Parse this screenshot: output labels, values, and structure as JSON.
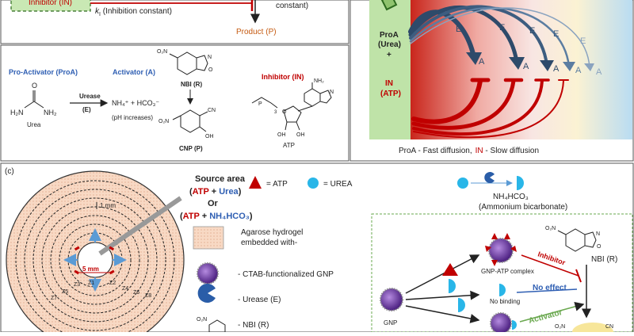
{
  "top_left": {
    "inhibitor_label": "Inhibitor (IN)",
    "k_label": "k",
    "k_sub": "I",
    "k_desc": " (Inhibition constant)",
    "constant_text": "constant)",
    "product_label": "Product (P)"
  },
  "mid_left": {
    "proa_label": "Pro-Activator (ProA)",
    "activator_label": "Activator (A)",
    "inhibitor_label": "Inhibitor (IN)",
    "urease_label": "Urease",
    "enzyme_label": "(E)",
    "products": "NH₄⁺ + HCO₃⁻",
    "ph_note": "(pH increases)",
    "urea_caption": "Urea",
    "nbi_caption": "NBI (R)",
    "cnp_caption": "CNP (P)",
    "atp_caption": "ATP",
    "urea_o": "O",
    "urea_left": "H₂N",
    "urea_right": "NH₂",
    "nbi_no2": "O₂N",
    "nbi_ring_n": "N",
    "nbi_ring_o": "O",
    "cnp_no2": "O₂N",
    "cnp_cn": "CN",
    "cnp_oh": "OH",
    "atp_nh2": "NH₂",
    "atp_n": "N",
    "atp_o": "O",
    "atp_p": "P",
    "atp_oh": "OH",
    "atp_sub3": "3"
  },
  "right_panel": {
    "proa_line1": "ProA",
    "proa_line2": "(Urea)",
    "plus": "+",
    "in_line1": "IN",
    "in_line2": "(ATP)",
    "e_label": "E",
    "a_label": "A",
    "caption_proa": "ProA - Fast diffusion,",
    "caption_in": "IN",
    "caption_in_rest": " - Slow diffusion"
  },
  "panel_c": {
    "label": "(c)",
    "source_area": "Source area",
    "src1_open": "(",
    "src1_atp": "ATP",
    "src1_plus": " + ",
    "src1_urea": "Urea",
    "src1_close": ")",
    "or": "Or",
    "src2_open": "(",
    "src2_atp": "ATP",
    "src2_plus": " + ",
    "src2_nh": "NH₄HCO₃",
    "src2_close": ")",
    "atp_legend": "= ATP",
    "urea_legend": "= UREA",
    "scale_1mm": "1 mm",
    "scale_5mm": "5 mm",
    "zones": [
      "Z1",
      "Z2",
      "Z3",
      "Z4",
      "Z5",
      "Z6",
      "Z7",
      "Z8"
    ],
    "legend": [
      "Agarose hydrogel",
      "embedded with-",
      "-  CTAB-functionalized GNP",
      "-  Urease (E)",
      "-  NBI (R)"
    ],
    "legend_no2": "O₂N",
    "reaction_product": "NH₄HCO₃",
    "reaction_caption": "(Ammonium bicarbonate)",
    "gnp_label": "GNP",
    "gnp_atp_complex": "GNP-ATP complex",
    "no_binding": "No binding",
    "inhibitor_arrow": "Inhibitor",
    "no_effect": "No effect",
    "activator_arrow": "Activator",
    "nbi_label": "NBI (R)",
    "nbi_no2": "O₂N",
    "nbi_n": "N",
    "nbi_o": "O",
    "cn_fragment": "CN",
    "no2_fragment": "O₂N"
  },
  "colors": {
    "inhibitor_red": "#c00000",
    "activator_blue": "#2f5fb3",
    "product_orange": "#c55a11",
    "proa_green": "#bfe3a8",
    "urea_cyan": "#29b6e8",
    "gnp_purple": "#5a2d91",
    "panel_green_border": "#6aa84f"
  }
}
